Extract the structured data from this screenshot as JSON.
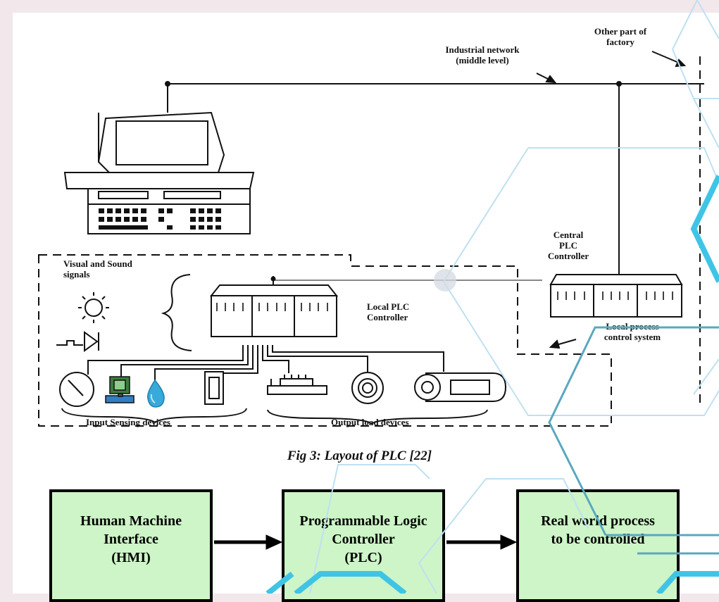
{
  "labels": {
    "other_part": [
      "Other part of",
      "factory"
    ],
    "network": [
      "Industrial network",
      "(middle level)"
    ],
    "central_plc": [
      "Central",
      "PLC",
      "Controller"
    ],
    "visual_sound": [
      "Visual and Sound",
      "signals"
    ],
    "local_plc": [
      "Local PLC",
      "Controller"
    ],
    "local_process": [
      "Local process",
      "control system"
    ],
    "input_devices": "Input Sensing devices",
    "output_devices": "Output load devices"
  },
  "caption": "Fig 3: Layout of PLC [22]",
  "flow": {
    "boxes": [
      {
        "lines": [
          "Human Machine",
          "Interface",
          "(HMI)"
        ]
      },
      {
        "lines": [
          "Programmable Logic",
          "Controller",
          "(PLC)"
        ]
      },
      {
        "lines": [
          "Real world process",
          "to be controlled"
        ]
      }
    ]
  },
  "colors": {
    "page_bg": "#f2e7ea",
    "flow_box_fill": "#cdf5c7",
    "hex_pale": "#bfe0f2",
    "hex_bright": "#3fc4e6",
    "hex_teal": "#5aa8be"
  },
  "icons": [
    "computer-icon",
    "sun-icon",
    "diode-icon",
    "gauge-icon",
    "valve-icon",
    "water-drop-icon",
    "switch-icon",
    "actuator-icon",
    "ring-icon",
    "motor-icon",
    "plc-rack-icon"
  ]
}
